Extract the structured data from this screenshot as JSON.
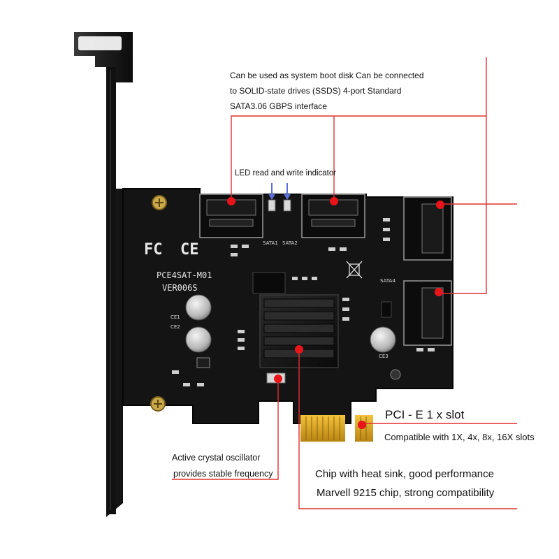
{
  "annotations": {
    "boot_disk": [
      "Can be used as system boot disk Can be connected",
      "to SOLID-state drives (SSDS) 4-port Standard",
      "SATA3.06 GBPS interface"
    ],
    "led_indicator": "LED read and write indicator",
    "pci_slot_title": "PCI - E 1 x slot",
    "pci_slot_compat": "Compatible with 1X, 4x, 8x, 16X slots",
    "oscillator": [
      "Active crystal oscillator",
      "provides stable frequency"
    ],
    "heat_sink": [
      "Chip with heat sink, good performance",
      "Marvell 9215 chip, strong compatibility"
    ]
  },
  "board_markings": {
    "model": "PCE4SAT-M01",
    "version": "VER006S",
    "cert_fc": "FC",
    "cert_ce": "CE",
    "port_labels": [
      "SATA1",
      "SATA2",
      "SATA4"
    ],
    "cap_labels": [
      "CE1",
      "CE2",
      "CE3"
    ]
  },
  "colors": {
    "pcb": "#141414",
    "bracket": "#1c1c1c",
    "callout_line": "#e03030",
    "callout_dot": "#e8141a",
    "gold_finger": "#d9a520"
  }
}
